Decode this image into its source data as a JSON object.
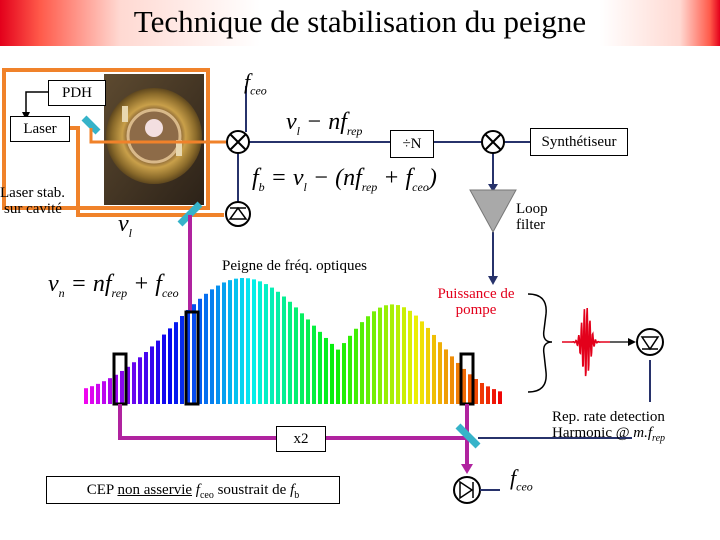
{
  "title": "Technique de stabilisation du peigne",
  "labels": {
    "pdh": "PDH",
    "laser": "Laser",
    "laser_stab_line1": "Laser stab.",
    "laser_stab_line2": "sur cavité",
    "divide_n": "÷N",
    "synthesizer": "Synthétiseur",
    "loop_filter_line1": "Loop",
    "loop_filter_line2": "filter",
    "comb_label": "Peigne de fréq. optiques",
    "pump_power_line1": "Puissance de",
    "pump_power_line2": "pompe",
    "x2": "x2",
    "rep_rate_line1": "Rep. rate detection",
    "rep_rate_line2_prefix": "Harmonic @ ",
    "rep_rate_line2_math": "m.f",
    "rep_rate_line2_sub": "rep",
    "cep_part1": "CEP ",
    "cep_underlined": "non asservie",
    "cep_part2": " ",
    "cep_fceo_f": "f",
    "cep_fceo_sub": "ceo",
    "cep_part3": " soustrait de ",
    "cep_fb_f": "f",
    "cep_fb_sub": "b"
  },
  "equations": {
    "fceo_top": {
      "f": "f",
      "sub": "ceo"
    },
    "nu_l_eq": {
      "lhs": "ν",
      "lhs_sub": "l",
      "rhs": " − nf",
      "rhs_sub": "rep"
    },
    "fb_eq": {
      "lhs": "f",
      "lhs_sub": "b",
      "mid": " = ν",
      "mid_sub": "l",
      "rest": " − (nf",
      "rest_sub": "rep",
      "plus": " + f",
      "plus_sub": "ceo",
      "close": ")"
    },
    "nu_l": {
      "sym": "ν",
      "sub": "l"
    },
    "nu_n_eq": {
      "lhs": "ν",
      "lhs_sub": "n",
      "eq": " = nf",
      "eq_sub": "rep",
      "plus": " + f",
      "plus_sub": "ceo"
    },
    "fceo_bottom": {
      "f": "f",
      "sub": "ceo"
    }
  },
  "colors": {
    "orange_path": "#f0822a",
    "magenta_path": "#b0239f",
    "navy_path": "#27326b",
    "splitter": "#36b3c9",
    "accent_red": "#e3001b"
  },
  "icons": [
    "photodiode-icon",
    "mixer-icon",
    "amplifier-triangle-icon",
    "optical-pulse-icon",
    "beam-splitter-icon",
    "cavity-photo"
  ]
}
